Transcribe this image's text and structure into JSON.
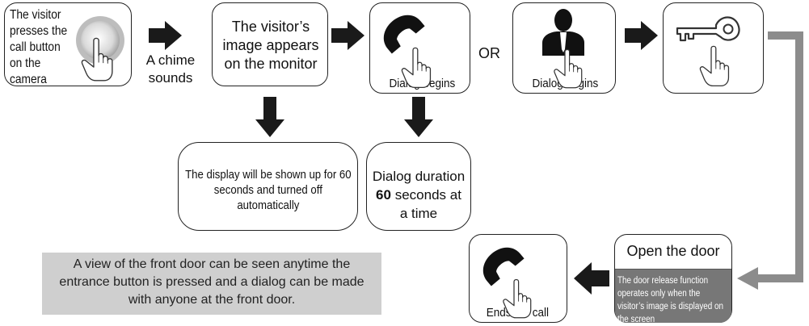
{
  "steps": {
    "visitor_press": "The visitor presses the call button on the camera",
    "chime": "A chime sounds",
    "image_appears": "The visitor’s image appears on the monitor",
    "dialog_begins_1": "Dialog begins",
    "or_label": "OR",
    "dialog_begins_2": "Dialog begins",
    "display_timeout": "The display will be shown up for 60 seconds and turned off automatically",
    "dialog_duration_pre": "Dialog duration",
    "dialog_duration_num": "60",
    "dialog_duration_post": "seconds at a time",
    "open_door": "Open the door",
    "door_release_note": "The door release function operates only when the visitor’s image is displayed on the screen",
    "ends_call": "Ends the call"
  },
  "note": "A view of the front door can be seen anytime the entrance button is pressed and a dialog can be made with anyone at the front door.",
  "colors": {
    "arrow_dark": "#1a1a1a",
    "arrow_gray": "#8c8c8c",
    "note_bg": "#cfcfcf",
    "door_note_bg": "#777777"
  },
  "icons": [
    "call-button-icon",
    "phone-handset-icon",
    "person-icon",
    "door-key-icon",
    "finger-press-icon"
  ]
}
